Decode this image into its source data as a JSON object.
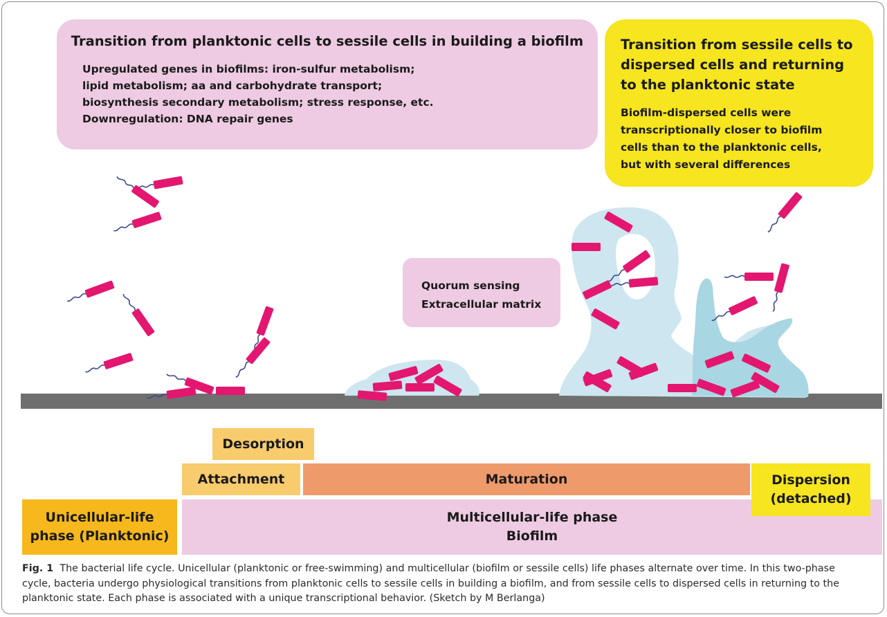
{
  "callouts": {
    "planktonic_to_sessile": {
      "title": "Transition from planktonic cells to sessile cells in building a biofilm",
      "lines": [
        "Upregulated genes in biofilms: iron-sulfur metabolism;",
        "lipid metabolism; aa and carbohydrate transport;",
        "biosynthesis secondary metabolism; stress response, etc.",
        "Downregulation: DNA repair genes"
      ]
    },
    "sessile_to_dispersed": {
      "title_lines": [
        "Transition from sessile cells to",
        "dispersed cells and returning",
        "to the planktonic state"
      ],
      "lines": [
        "Biofilm-dispersed cells were",
        "transcriptionally closer to biofilm",
        "cells than to the planktonic cells,",
        "but with several differences"
      ]
    },
    "quorum": {
      "lines": [
        "Quorum sensing",
        "Extracellular matrix"
      ]
    }
  },
  "phases": {
    "desorption": "Desorption",
    "attachment": "Attachment",
    "maturation": "Maturation",
    "dispersion": [
      "Dispersion",
      "(detached)"
    ],
    "unicellular": [
      "Unicellular-life",
      "phase (Planktonic)"
    ],
    "multicellular": [
      "Multicellular-life phase",
      "Biofilm"
    ]
  },
  "caption": {
    "label": "Fig. 1",
    "text": "The bacterial life cycle. Unicellular (planktonic or free-swimming) and multicellular (biofilm or sessile cells) life phases alternate over time. In this two-phase cycle, bacteria undergo physiological transitions from planktonic cells to sessile cells in building a biofilm, and from sessile cells to dispersed cells in returning to the planktonic state. Each phase is associated with a unique transcriptional behavior. (Sketch by M Berlanga)"
  },
  "colors": {
    "cell": "#e3176f",
    "flagellum": "#3b4a8c",
    "matrix_light": "#cde6ef",
    "matrix_dark": "#a8d6e2",
    "surface": "#6f6f6f",
    "pink_box": "#eecbe2",
    "yellow_box": "#f6e51f",
    "orange_phase": "#f6b81c",
    "maturation": "#ef9a6b",
    "attachment": "#f8cb6d"
  }
}
